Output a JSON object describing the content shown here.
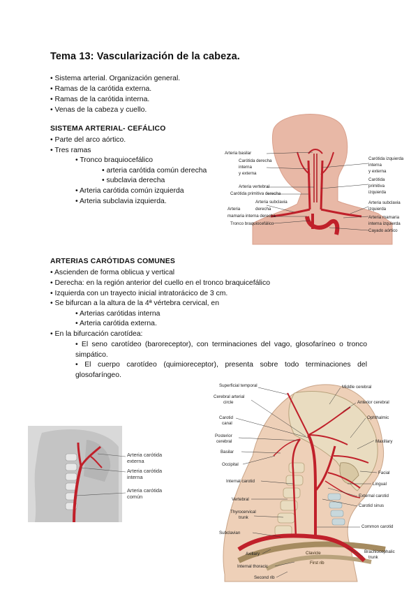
{
  "title": "Tema 13: Vascularización de la cabeza.",
  "intro_items": [
    "• Sistema arterial. Organización general.",
    "• Ramas de la carótida externa.",
    "• Ramas de la carótida interna.",
    "• Venas de la cabeza y cuello."
  ],
  "section1": {
    "heading": "SISTEMA ARTERIAL- CEFÁLICO",
    "lines": [
      "• Parte del arco aórtico.",
      "• Tres ramas",
      "• Tronco braquiocefálico",
      "• arteria carótida común derecha",
      "• subclavia derecha",
      "• Arteria carótida común izquierda",
      "• Arteria subclavia izquierda."
    ]
  },
  "figure1": {
    "labels_left": [
      "Arteria basilar",
      "Carótida derecha",
      "interna",
      "y externa",
      "Arteria vertebral",
      "Carótida primitiva derecha",
      "Arteria subclavia",
      "Arteria",
      "derecha",
      "mamaria interna derecha",
      "Tronco braquiocefálico"
    ],
    "labels_right": [
      "Carótida izquierda",
      "interna",
      "y externa",
      "Carótida",
      "primitiva",
      "izquierda",
      "Arteria subclavia",
      "izquierda",
      "Arteria mamaria",
      "interna izquierda",
      "Cayado aórtico"
    ]
  },
  "section2": {
    "heading": "ARTERIAS CARÓTIDAS COMUNES",
    "lines": [
      "• Ascienden de forma oblicua y vertical",
      "• Derecha: en la región anterior del cuello en el tronco braquicefálico",
      "• Izquierda con un trayecto inicial intratorácico de 3 cm.",
      "• Se bifurcan a la altura de la 4ª vértebra cervical, en",
      "• Arterias carótidas interna",
      "• Arteria carótida externa.",
      "• En la bifurcación carotídea:",
      "• El seno carotídeo (baroreceptor), con terminaciones del vago, glosofaríneo o tronco simpático.",
      "• El cuerpo carotídeo (quimioreceptor), presenta sobre todo terminaciones del glosofaríngeo."
    ]
  },
  "figure2": {
    "labels": [
      "Arteria carótida",
      "externa",
      "Arteria carótida",
      "interna",
      "Arteria carótida",
      "común"
    ]
  },
  "figure3": {
    "labels_left": [
      "Superficial temporal",
      "Cerebral arterial",
      "circle",
      "Carotid",
      "canal",
      "Posterior",
      "cerebral",
      "Basilar",
      "Occipital",
      "Internal carotid",
      "Vertebral",
      "Thyrocervical",
      "trunk",
      "Subclavian",
      "Axillary",
      "Internal thoracic",
      "Second rib"
    ],
    "labels_right": [
      "Middle cerebral",
      "Anterior cerebral",
      "Ophthalmic",
      "Maxillary",
      "Facial",
      "Lingual",
      "External carotid",
      "Carotid sinus",
      "Common carotid",
      "Brachiocephalic",
      "trunk"
    ],
    "labels_inner": [
      "Clavicle",
      "First rib"
    ]
  },
  "colors": {
    "artery": "#c0202a",
    "skin": "#e8b8a6",
    "bone": "#e9dcc0",
    "lines": "#222222"
  }
}
